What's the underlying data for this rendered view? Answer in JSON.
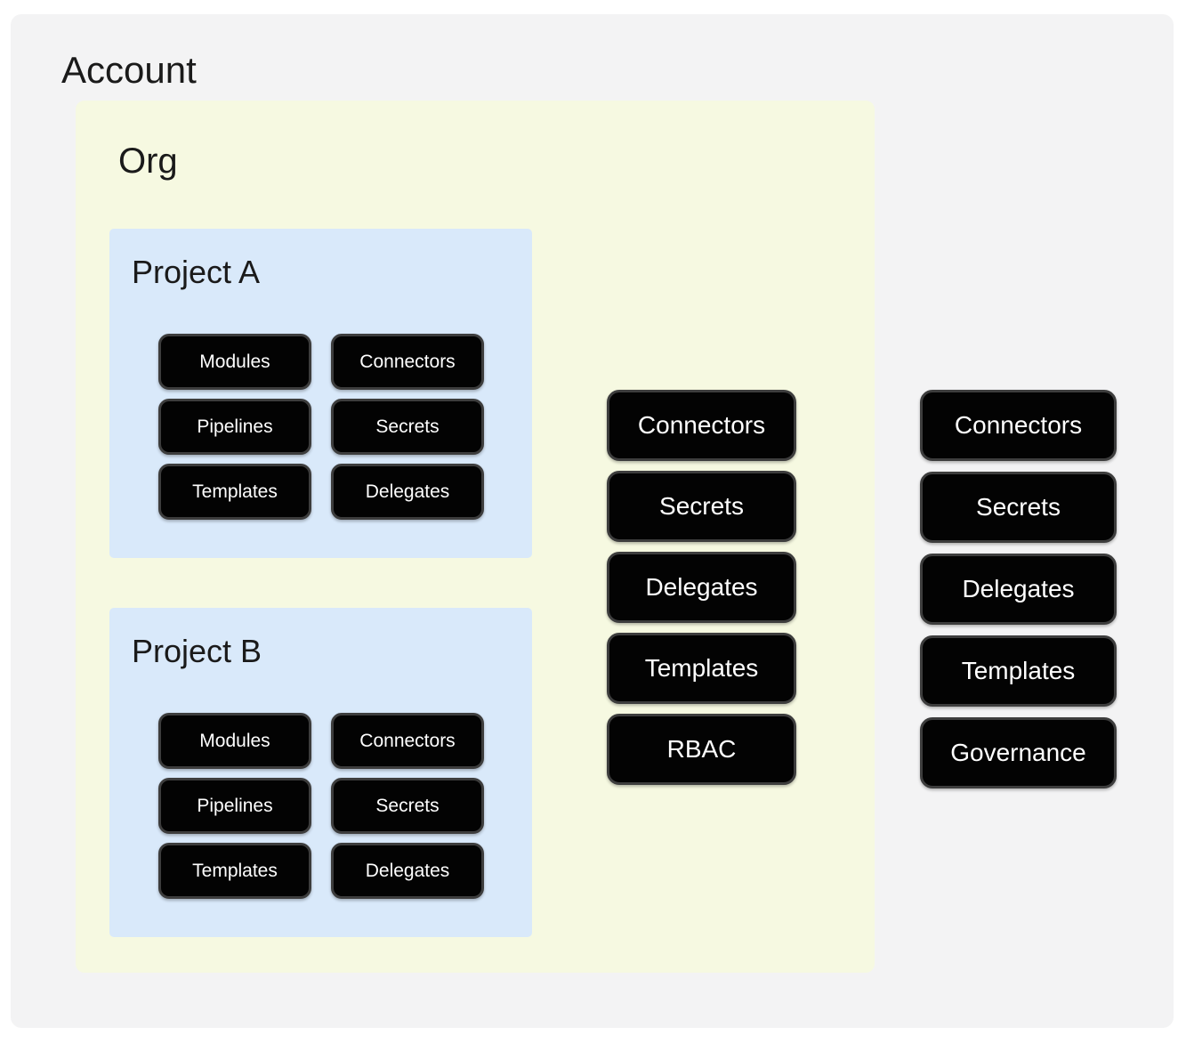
{
  "account": {
    "label": "Account",
    "resources": [
      "Connectors",
      "Secrets",
      "Delegates",
      "Templates",
      "Governance"
    ]
  },
  "org": {
    "label": "Org",
    "resources": [
      "Connectors",
      "Secrets",
      "Delegates",
      "Templates",
      "RBAC"
    ]
  },
  "projects": [
    {
      "label": "Project A",
      "buttons": [
        "Modules",
        "Connectors",
        "Pipelines",
        "Secrets",
        "Templates",
        "Delegates"
      ]
    },
    {
      "label": "Project B",
      "buttons": [
        "Modules",
        "Connectors",
        "Pipelines",
        "Secrets",
        "Templates",
        "Delegates"
      ]
    }
  ],
  "colors": {
    "page-bg": "#ffffff",
    "account-bg": "#f3f3f4",
    "org-bg": "#f6f9e1",
    "project-bg": "#d9e9fa",
    "pill-bg": "#030303",
    "pill-border": "#3d3d3d",
    "pill-text": "#ffffff",
    "heading-text": "#1a1a1a"
  }
}
